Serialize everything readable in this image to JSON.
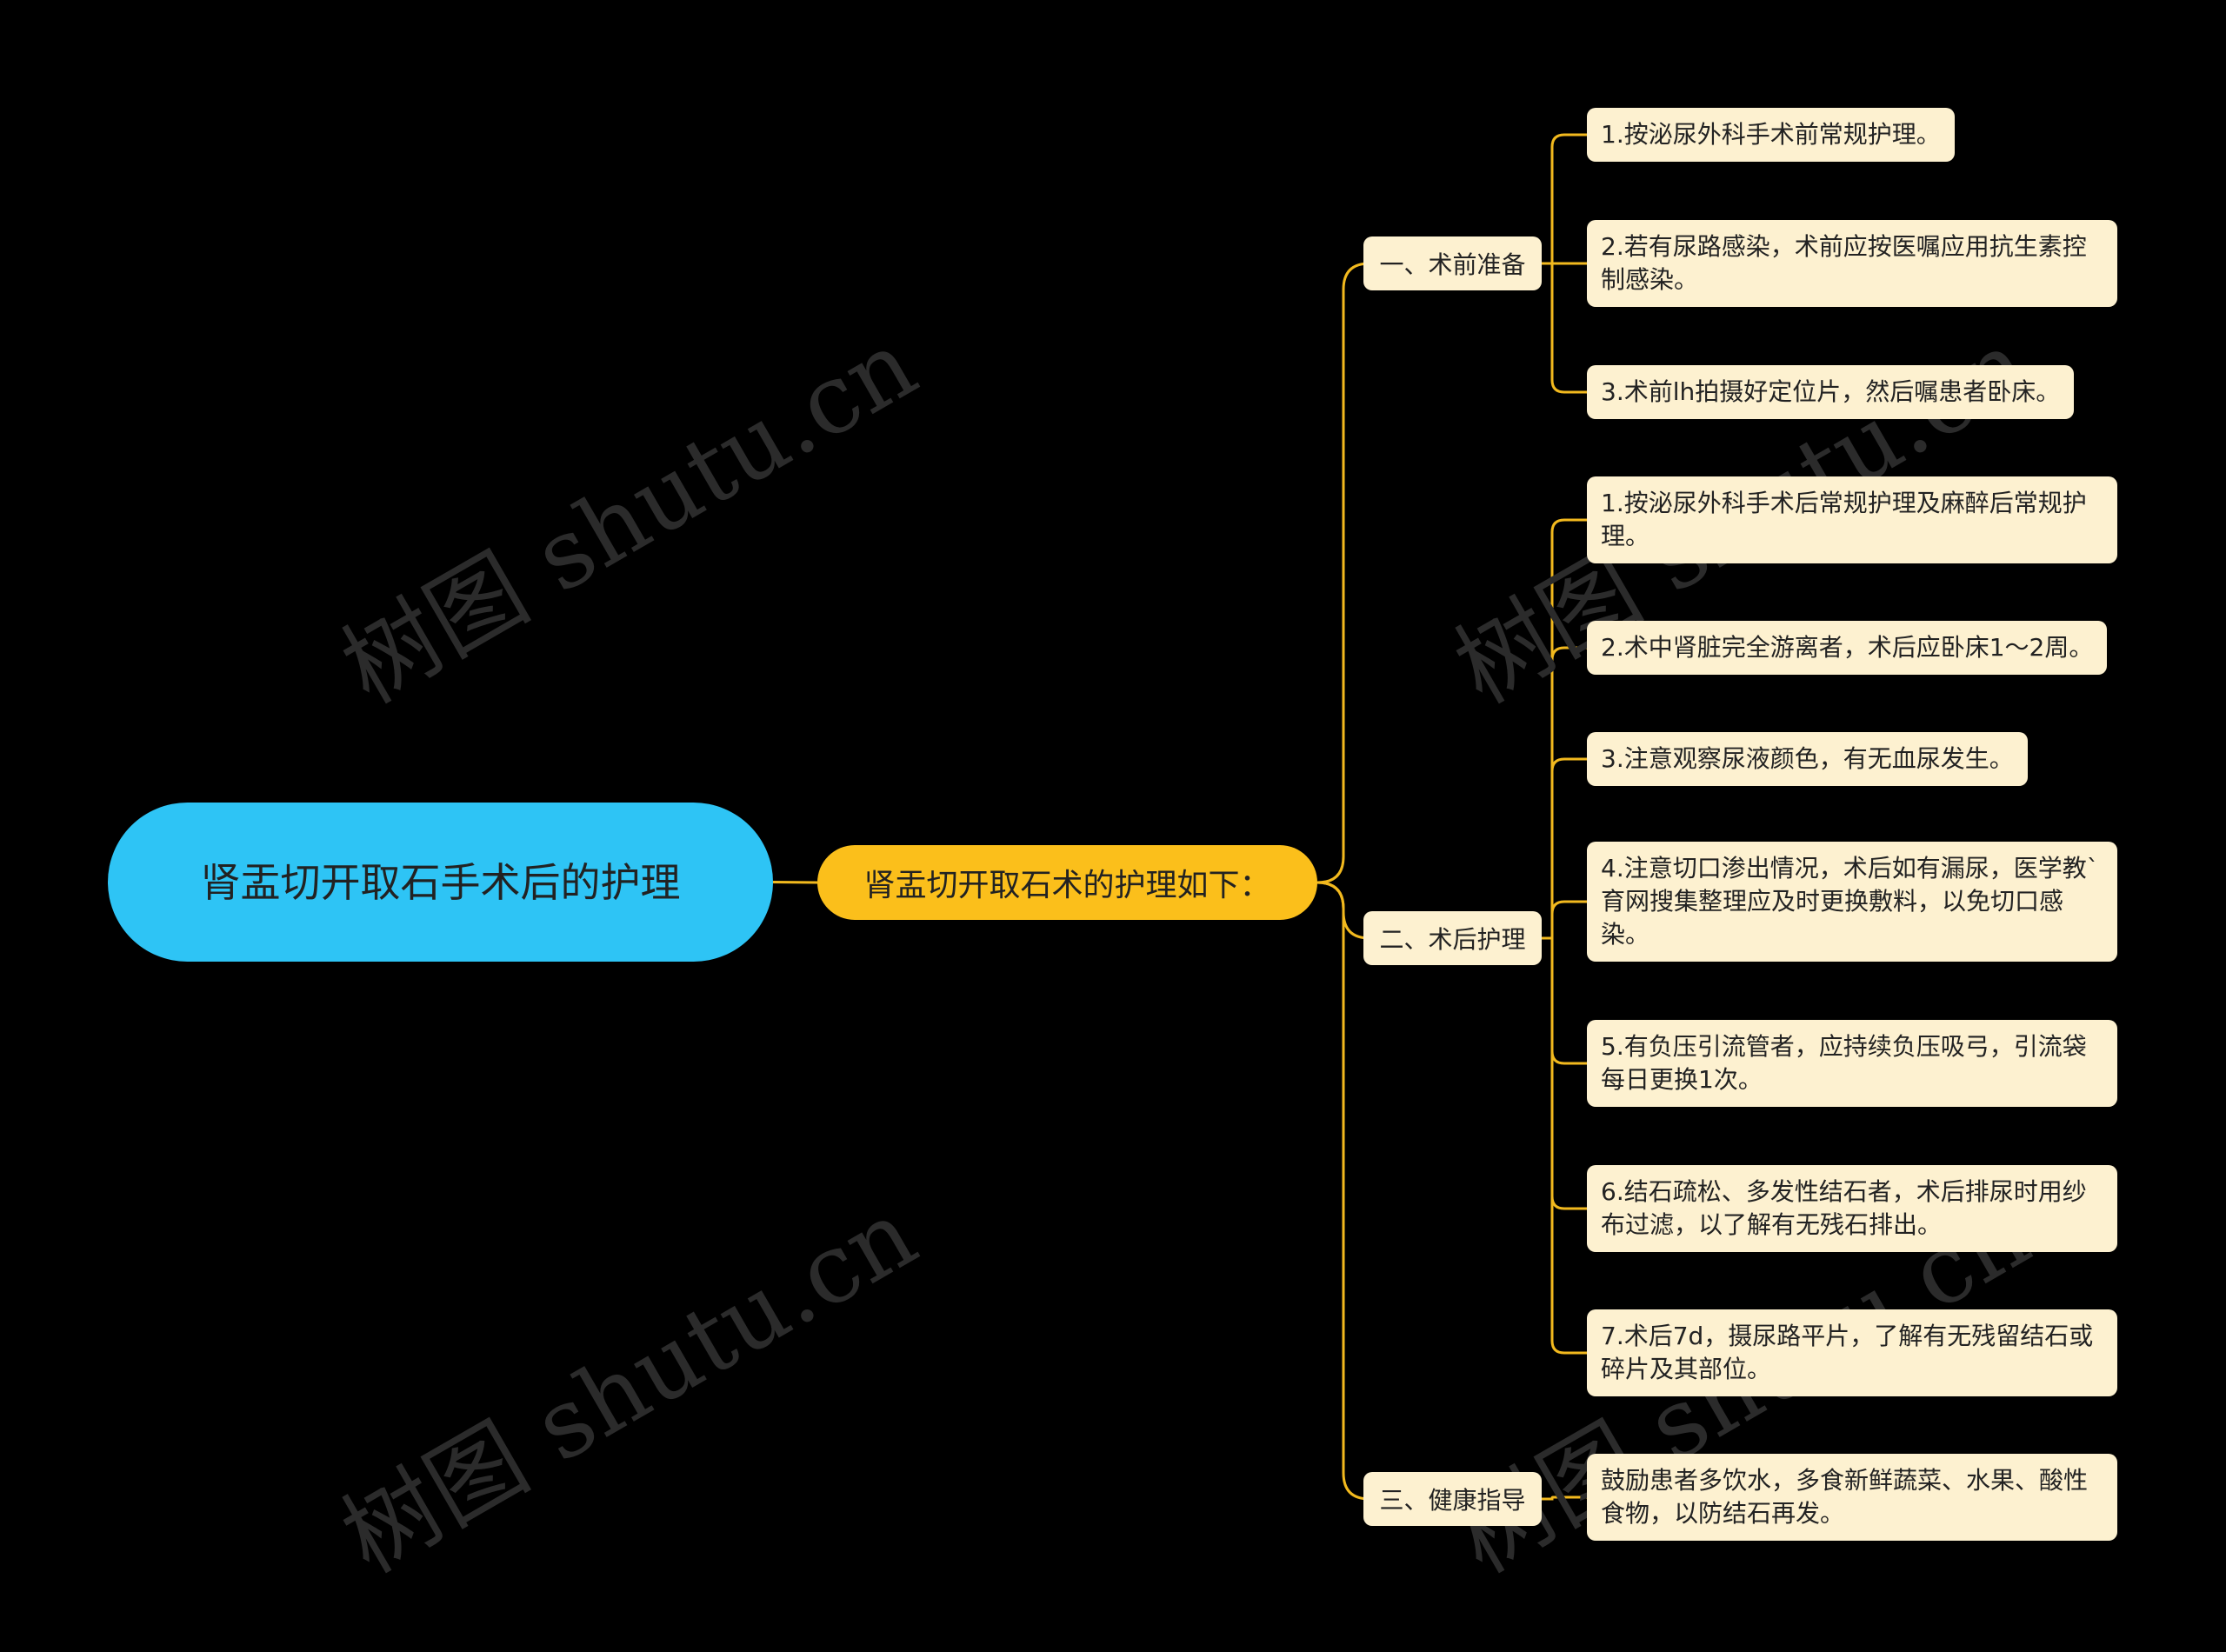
{
  "colors": {
    "background": "#000000",
    "root_bg": "#2EC4F5",
    "center_bg": "#FBBF1B",
    "leaf_bg": "#FDF1D0",
    "line": "#F2B91E"
  },
  "watermark": "树图 shutu.cn",
  "root": {
    "text": "肾盂切开取石手术后的护理"
  },
  "center": {
    "text": "肾盂切开取石术的护理如下："
  },
  "branches": [
    {
      "label": "一、术前准备",
      "items": [
        "1.按泌尿外科手术前常规护理。",
        "2.若有尿路感染，术前应按医嘱应用抗生素控制感染。",
        "3.术前lh拍摄好定位片，然后嘱患者卧床。"
      ]
    },
    {
      "label": "二、术后护理",
      "items": [
        "1.按泌尿外科手术后常规护理及麻醉后常规护理。",
        "2.术中肾脏完全游离者，术后应卧床1～2周。",
        "3.注意观察尿液颜色，有无血尿发生。",
        "4.注意切口渗出情况，术后如有漏尿，医学教`育网搜集整理应及时更换敷料，以免切口感染。",
        "5.有负压引流管者，应持续负压吸弓，引流袋每日更换1次。",
        "6.结石疏松、多发性结石者，术后排尿时用纱布过滤，以了解有无残石排出。",
        "7.术后7d，摄尿路平片，了解有无残留结石或碎片及其部位。"
      ]
    },
    {
      "label": "三、健康指导",
      "items": [
        "鼓励患者多饮水，多食新鲜蔬菜、水果、酸性食物，以防结石再发。"
      ]
    }
  ]
}
